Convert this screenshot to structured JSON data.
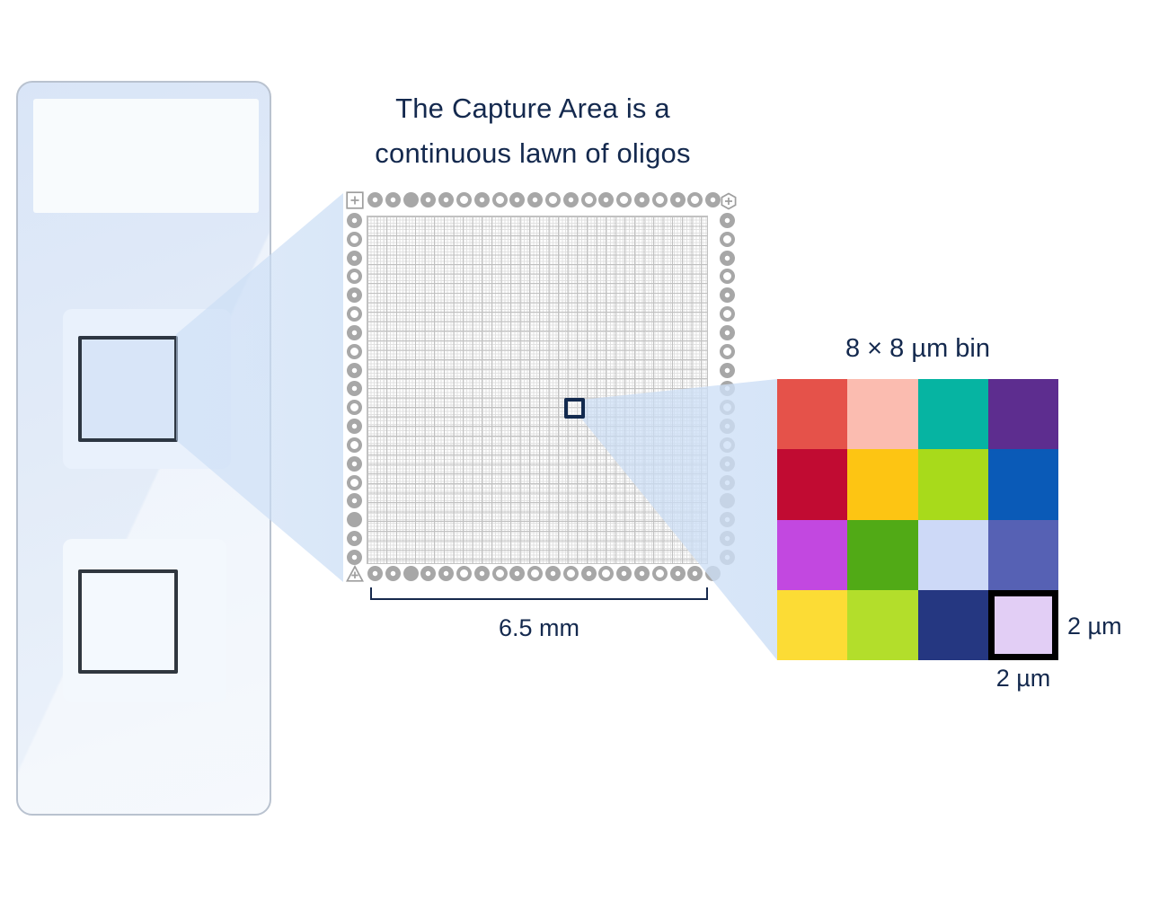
{
  "diagram": {
    "title_line1": "The Capture Area is a",
    "title_line2": "continuous lawn of oligos",
    "capture_width_label": "6.5 mm",
    "bin_title": "8 × 8 µm bin",
    "bin_side_label": "2 µm",
    "bin_bottom_label": "2 µm"
  },
  "colors": {
    "text_navy": "#14294e",
    "fiducial_gray": "#a7a7a7",
    "beam_blue": "#cfe0f6",
    "highlight_border": "#000000",
    "slide_fill": "#dde8f8",
    "zoom_square_border": "#132a4e"
  },
  "fiducial_frame": {
    "corner_marker_top_left": "plus-square",
    "corner_marker_top_right": "plus-hexagon",
    "corner_marker_bottom_left": "plus-triangle",
    "top_row": [
      "donut",
      "donut",
      "solid",
      "donut",
      "donut",
      "ring",
      "donut",
      "ring",
      "donut",
      "donut",
      "ring",
      "donut",
      "ring",
      "donut",
      "ring",
      "donut",
      "ring",
      "donut",
      "ring",
      "donut"
    ],
    "bottom_row": [
      "donut",
      "donut",
      "solid",
      "donut",
      "donut",
      "ring",
      "donut",
      "ring",
      "donut",
      "ring",
      "donut",
      "ring",
      "donut",
      "ring",
      "donut",
      "donut",
      "ring",
      "donut",
      "donut",
      "solid"
    ],
    "left_col": [
      "donut",
      "ring",
      "donut",
      "ring",
      "donut",
      "ring",
      "donut",
      "ring",
      "donut",
      "donut",
      "ring",
      "donut",
      "ring",
      "donut",
      "ring",
      "donut",
      "solid",
      "donut",
      "donut"
    ],
    "right_col": [
      "donut",
      "ring",
      "donut",
      "ring",
      "donut",
      "ring",
      "donut",
      "ring",
      "donut",
      "donut",
      "ring",
      "donut",
      "ring",
      "donut",
      "donut",
      "solid",
      "donut",
      "donut",
      "donut"
    ]
  },
  "bin_grid": {
    "rows": 4,
    "cols": 4,
    "cell_colors": [
      [
        "#e5524a",
        "#fbbcb0",
        "#06b4a2",
        "#5d2d8f"
      ],
      [
        "#c10b32",
        "#fdc513",
        "#a8da1b",
        "#0a5ab7"
      ],
      [
        "#c248e0",
        "#51aa16",
        "#cdd9f7",
        "#5661b4"
      ],
      [
        "#fcdc35",
        "#b3de2b",
        "#253781",
        "#e2cef5"
      ]
    ],
    "highlighted_cell": {
      "row": 3,
      "col": 3
    }
  }
}
